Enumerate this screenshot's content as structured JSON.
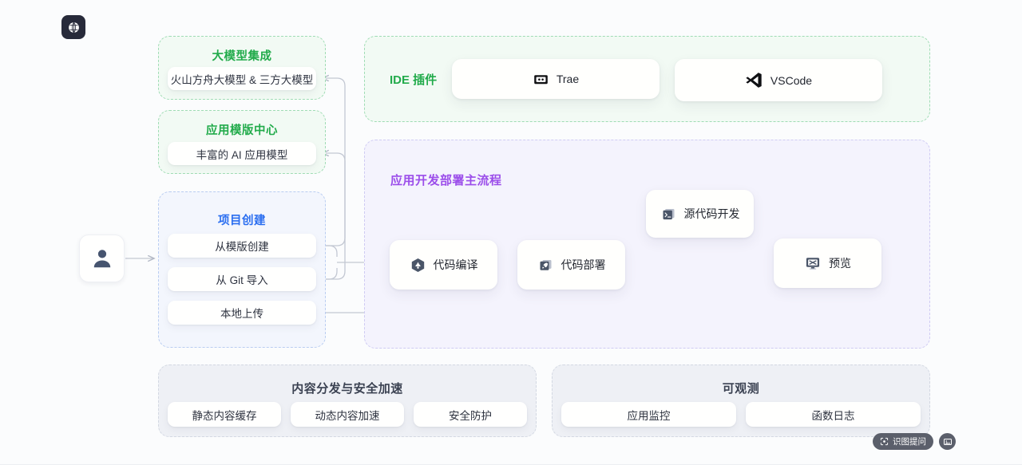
{
  "app": {
    "logo_icon": "brain-globe-icon",
    "canvas_bg": "#fbfcfd"
  },
  "entry": {
    "icon": "user-icon",
    "name": "user-entry-node"
  },
  "left_column": {
    "model_panel": {
      "title": "大模型集成",
      "accent": "#22ab4b",
      "items": [
        {
          "label": "火山方舟大模型 & 三方大模型"
        }
      ]
    },
    "template_panel": {
      "title": "应用模版中心",
      "accent": "#22ab4b",
      "items": [
        {
          "label": "丰富的 AI 应用模型"
        }
      ]
    },
    "project_panel": {
      "title": "项目创建",
      "accent": "#2a6ef0",
      "items": [
        {
          "label": "从模版创建"
        },
        {
          "label": "从 Git 导入"
        },
        {
          "label": "本地上传"
        }
      ]
    }
  },
  "ide_panel": {
    "label": "IDE 插件",
    "accent": "#22ab4b",
    "items": [
      {
        "label": "Trae",
        "icon": "trae-icon"
      },
      {
        "label": "VSCode",
        "icon": "vscode-icon"
      }
    ]
  },
  "flow_panel": {
    "title": "应用开发部署主流程",
    "accent": "#9b4dea",
    "nodes": [
      {
        "label": "代码编译",
        "icon": "hexagon-build-icon"
      },
      {
        "label": "代码部署",
        "icon": "rocket-deploy-icon"
      },
      {
        "label": "源代码开发",
        "icon": "terminal-icon"
      },
      {
        "label": "预览",
        "icon": "monitor-preview-icon"
      }
    ]
  },
  "cdn_panel": {
    "title": "内容分发与安全加速",
    "items": [
      {
        "label": "静态内容缓存"
      },
      {
        "label": "动态内容加速"
      },
      {
        "label": "安全防护"
      }
    ]
  },
  "observe_panel": {
    "title": "可观测",
    "items": [
      {
        "label": "应用监控"
      },
      {
        "label": "函数日志"
      }
    ]
  },
  "float_bar": {
    "vision_label": "识图提问",
    "vision_icon": "scan-frame-icon",
    "image_icon": "image-icon"
  }
}
